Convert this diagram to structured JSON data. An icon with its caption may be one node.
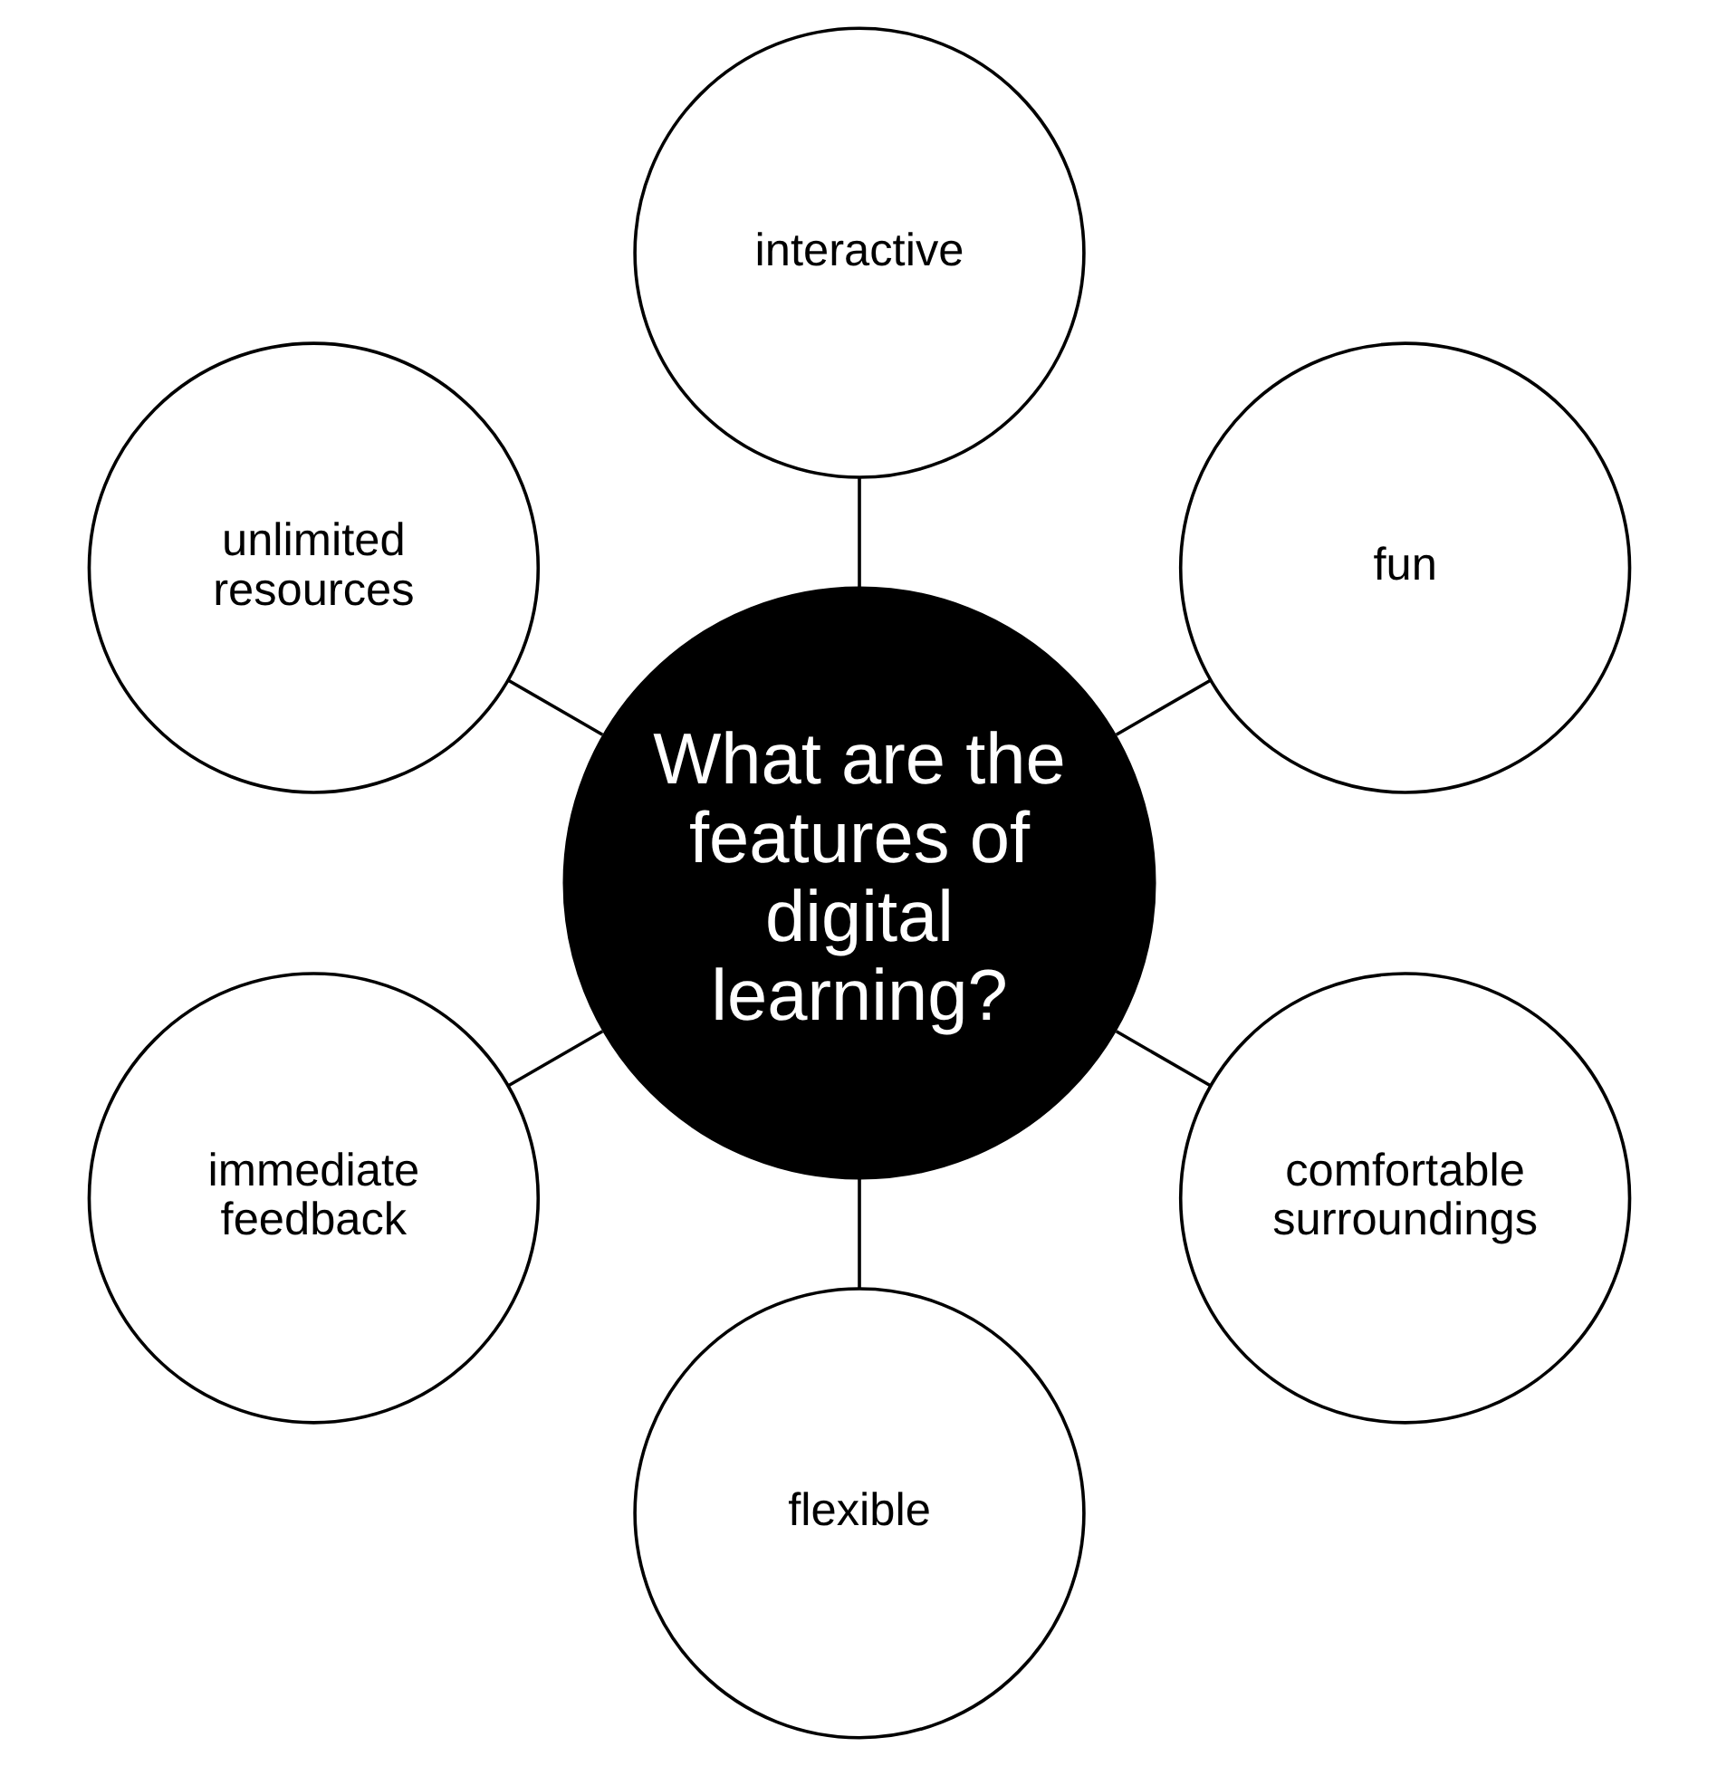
{
  "diagram": {
    "nodes": [
      {
        "text": [
          "What are the features of digital learning?"
        ]
      },
      {
        "text": [
          "fun"
        ]
      },
      {
        "text": [
          "interactive"
        ]
      },
      {
        "text": [
          "unlimited resources"
        ]
      },
      {
        "text": [
          "immediate feedback"
        ]
      },
      {
        "text": [
          "flexible"
        ]
      },
      {
        "text": [
          "comfortable surroundings"
        ]
      }
    ],
    "edges": [
      {
        "from": 0,
        "to": 1,
        "arrow": "none"
      },
      {
        "from": 0,
        "to": 2,
        "arrow": "none"
      },
      {
        "from": 0,
        "to": 3,
        "arrow": "none"
      },
      {
        "from": 0,
        "to": 4,
        "arrow": "none"
      },
      {
        "from": 0,
        "to": 5,
        "arrow": "none"
      },
      {
        "from": 0,
        "to": 6,
        "arrow": "none"
      }
    ]
  }
}
